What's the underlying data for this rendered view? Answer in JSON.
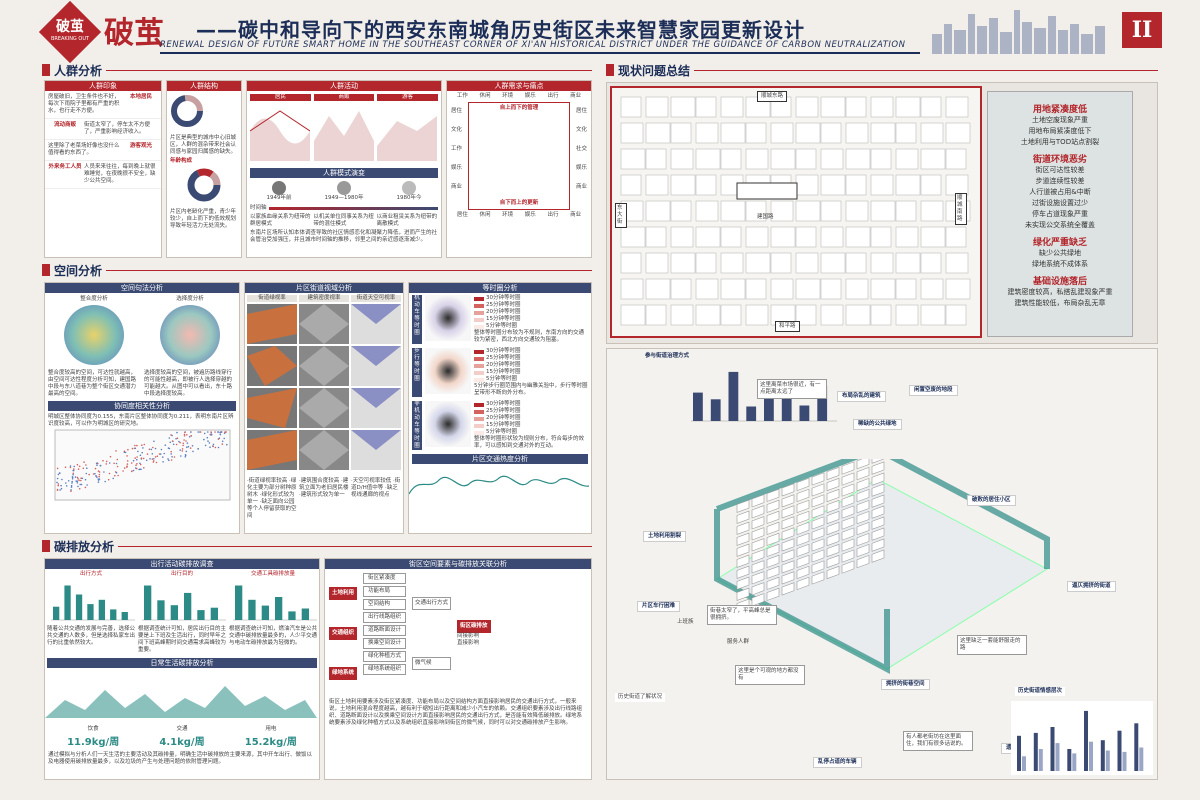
{
  "brand": {
    "logo": "破茧",
    "logo_sub": "BREAKING OUT",
    "big": "破茧"
  },
  "title": {
    "cn": "——碳中和导向下的西安东南城角历史街区未来智慧家园更新设计",
    "en": "RENEWAL DESIGN OF FUTURE SMART HOME IN THE SOUTHEAST CORNER OF XI'AN HISTORICAL DISTRICT UNDER THE GUIDANCE OF CARBON NEUTRALIZATION",
    "page": "II"
  },
  "sections": {
    "crowd": "人群分析",
    "space": "空间分析",
    "carbon": "碳排放分析",
    "status": "现状问题总结"
  },
  "crowd": {
    "panels": [
      "人群印象",
      "人群结构",
      "人群活动",
      "人群需求与痛点"
    ],
    "impression": [
      {
        "tag": "本地居民",
        "text": "房屋破旧，卫生条件也不好，每次下雨院子里都有严重的积水，也行走不方便。"
      },
      {
        "tag": "流动商贩",
        "text": "街道太窄了，停车太不方便了，严重影响经济收入。"
      },
      {
        "tag": "游客观光",
        "text": "这里除了老菜场好像也没什么值得看的东西了。"
      },
      {
        "tag": "外来务工人员",
        "text": "人员来来往往，每到晚上就很难睡觉，在夜晚很不安全，缺少公共空间。"
      }
    ],
    "structure": {
      "sub1": "人群结构",
      "legend": [
        "常住人口72%",
        "外来人口 28%"
      ],
      "text": "片区是典型的城市中心旧城区，人群的混杂带来社会认同感与家园归属感的缺失。",
      "age_title": "年龄构成",
      "age_legend": [
        "0-18岁",
        "18-60岁",
        "60岁以上"
      ],
      "age_values": [
        "66.9%",
        "17%",
        "16%"
      ],
      "age_text": "片区内老龄化严重，青少年较少，自上而下的低效规划导致年轻活力无处流失。"
    },
    "activity": {
      "cols": [
        "居民",
        "商贩",
        "游客"
      ],
      "mode_title": "人群模式演变",
      "eras": [
        "1949年前",
        "1949—1980年",
        "1980年今"
      ],
      "axis": "时间轴",
      "modes": [
        "以家族血缘关系为纽带的群居模式",
        "以机关单位同事关系为纽带的混住模式",
        "以商业租赁关系为纽带的离散模式"
      ],
      "text": "东南片区场所认知本体调查导致的社区情感恋化和凝聚力降低，进而产生的社会管治受加强压，并且城市时间轴的推移，邻里之间的亲近感逐渐减少。"
    },
    "needs": {
      "top": [
        "工作",
        "休闲",
        "环境",
        "娱乐",
        "出行",
        "商业"
      ],
      "left": [
        "居住",
        "文化",
        "工作",
        "娱乐",
        "商业"
      ],
      "right": [
        "居住",
        "文化",
        "社交",
        "娱乐",
        "商业"
      ],
      "bottom": [
        "居住",
        "休闲",
        "环境",
        "娱乐",
        "出行",
        "商业"
      ],
      "center_top": "自上而下的管理",
      "center_bottom": "自下而上的更新"
    }
  },
  "space": {
    "syntax_title": "空间句法分析",
    "syntax_sub": [
      "整合度分析",
      "选择度分析"
    ],
    "syntax_text_a": "整合度较高的空间，可达性就越高，由空间可达性程度分析可知，建国路中段与东八道巷为整个街区交通潜力最高的空间。",
    "syntax_text_b": "选择度较高的空间，被遍历路线穿行的可能性越高，即被行人选择穿越的可能越大。从图中可以看出，东十路中段选择度较高。",
    "scatter_title": "协同度相关性分析",
    "scatter_text": "明城区整体协同度为0.155，东南片区整体协同度为0.211，表明东南片区辨识度较高，可以作为明城区的研究地。",
    "street_title": "片区街道视域分析",
    "street_sub": [
      "街道绿视率",
      "建筑密度视率",
      "街道天空可视率"
    ],
    "street_notes": [
      "·街道绿视率较高 ·绿化主要为部分树种原树木 ·绿化形式较为单一 ·缺乏面向公园等个人停留获取的空间",
      "·建筑围合度较高 ·建筑立面为老旧居民楼 ·建筑形式较为单一",
      "·天空可视率较低 ·街道D/H值中等 ·缺乏视线通廊的视点"
    ],
    "iso_title": "等时圈分析",
    "iso_blocks": [
      {
        "label": "机动车等时圈",
        "legend": [
          "30分钟等时圈",
          "25分钟等时圈",
          "20分钟等时圈",
          "15分钟等时圈",
          "5分钟等时圈"
        ],
        "text": "整体等时圈分布较为不规则，东南方向的交通较为紧密，西北方向交通较为阻塞。"
      },
      {
        "label": "步行等时圈",
        "legend": [
          "30分钟等时圈",
          "25分钟等时圈",
          "20分钟等时圈",
          "15分钟等时圈",
          "5分钟等时圈"
        ],
        "text": "5分钟步行圈范围内与幽雅关验中，步行等时圈呈带形不断向外分布。"
      },
      {
        "label": "非机动车等时圈",
        "legend": [
          "30分钟等时圈",
          "25分钟等时圈",
          "20分钟等时圈",
          "15分钟等时圈",
          "5分钟等时圈"
        ],
        "text": "整体等时圈形状较为规则分布，符合每步的效率，可以感知到交通对外的互动。"
      }
    ],
    "flow_title": "片区交通热度分析"
  },
  "carbon": {
    "trip_title": "出行活动碳排放调查",
    "trip_sub": [
      "出行方式",
      "出行目的",
      "交通工具碳排放量"
    ],
    "trip_texts": [
      "随着公共交通的发展与完善，选择公共交通的人数多，但是选择私家车出行的比重依然较大。",
      "根据调查统计可知，居民出行目的主要是上下班及生活出行，同时早年之间下班高峰期时间交通需求高峰较为重要。",
      "根据调查统计可知，燃油汽车是公共交通中碳排放量最多的，人少平交通与电动车碳排放最为轻微的。"
    ],
    "daily_title": "日常生活碳排放分析",
    "daily_stats": [
      {
        "label": "饮食",
        "value": "11.9kg/周"
      },
      {
        "label": "交通",
        "value": "4.1kg/周"
      },
      {
        "label": "用电",
        "value": "15.2kg/周"
      }
    ],
    "daily_text": "通过模拟与分析人们一天生活的主要活动及其碳排量，明确生活中碳排放的主要来源，其中开车出行、做饭以及电器使用碳排放量最多，以及垃圾的产生与处理问题的依附管理问题。",
    "relation_title": "街区空间要素与碳排放关联分析",
    "factors": [
      "土地利用",
      "交通组织",
      "绿地系统"
    ],
    "items": [
      "街区紧凑度",
      "功能布局",
      "空间结构",
      "出行线路组织",
      "道路断面设计",
      "换乘空间设计",
      "绿化种植方式",
      "绿地系统组织"
    ],
    "paths": [
      "交通出行方式",
      "微气候"
    ],
    "result": "街区碳排放",
    "influence": [
      "间接影响",
      "直接影响"
    ],
    "relation_text": "街区土地利用要素涉及街区紧凑度、功能布局以及空间结构方面直接影响居民的交通出行方式，一般来说，土地利用混合程度越高，越有利于缩短出行距离和减少小汽车的依赖。交通组织要素涉及出行线路组织、道路断面设计以及换乘空间设计方面直接影响居民的交通出行方式，是否能有效降低碳排放。绿地系统要素涉及绿化种植方式以及系统组织直接影响到街区的微气候，同时可以对交通碳排放产生影响。"
  },
  "status": {
    "roads": [
      "顺城东路",
      "顺城南路",
      "和平路",
      "东大街",
      "建国路"
    ],
    "summary": [
      {
        "head": "用地紧凑度低",
        "lines": [
          "土地空废现象严重",
          "用地布局紧凑度低下",
          "土地利用与TOD站点割裂"
        ]
      },
      {
        "head": "街道环境恶劣",
        "lines": [
          "街区可达性较差",
          "步道连续性较差",
          "人行道被占用&中断",
          "过街设施设置过少",
          "停车占道现象严重",
          "未实现公交系统全覆盖"
        ]
      },
      {
        "head": "绿化严重缺乏",
        "lines": [
          "缺少公共绿地",
          "绿地系统不成体系"
        ]
      },
      {
        "head": "基础设施落后",
        "lines": [
          "建筑密度较高，私搭乱建现象严重",
          "建筑性能较低，布局杂乱无章"
        ]
      }
    ],
    "bar_title": "参与街道治理方式",
    "bar_title2": "历史街道情感层次",
    "labels": [
      "布局杂乱的建筑",
      "闲置空废的地段",
      "稀缺的公共绿地",
      "破败的居住小区",
      "土地利用割裂",
      "片区车行困难",
      "逼仄拥挤的街道",
      "拥挤的街巷空间",
      "遗留的危房建筑",
      "乱停占道的车辆",
      "历史街道了解状况"
    ],
    "quotes": [
      "这里离菜市场很近，有一点距离太远了",
      "街巷太窄了，平高峰总是很拥挤。",
      "这里缺乏一套能舒服走的路",
      "这里是个可观的地方都没有",
      "有人都老街坊在这里面住，我们有很多话说的。"
    ],
    "legend_people": [
      "上班族",
      "服务人群"
    ]
  },
  "chart_data": [
    {
      "type": "bar",
      "title": "参与街道治理方式",
      "values": [
        55,
        42,
        95,
        28,
        62,
        46,
        30,
        68
      ],
      "xlabel": "",
      "ylabel": ""
    },
    {
      "type": "bar",
      "title": "历史街道情感层次",
      "series": [
        {
          "values": [
            48,
            52,
            60,
            30,
            82,
            42,
            55,
            65
          ]
        },
        {
          "values": [
            20,
            30,
            38,
            24,
            40,
            28,
            26,
            32
          ]
        }
      ],
      "xlabel": "",
      "ylabel": ""
    },
    {
      "type": "bar",
      "title": "出行方式",
      "values": [
        25,
        65,
        48,
        30,
        38,
        20,
        15
      ]
    },
    {
      "type": "bar",
      "title": "出行目的",
      "values": [
        70,
        40,
        30,
        55,
        20,
        25
      ]
    },
    {
      "type": "bar",
      "title": "交通工具碳排放量",
      "values": [
        60,
        35,
        25,
        40,
        15,
        20
      ]
    }
  ],
  "colors": {
    "accent": "#b3262c",
    "navy": "#1c2e57",
    "teal": "#2c8b86",
    "gray_bg": "#f2efea"
  }
}
